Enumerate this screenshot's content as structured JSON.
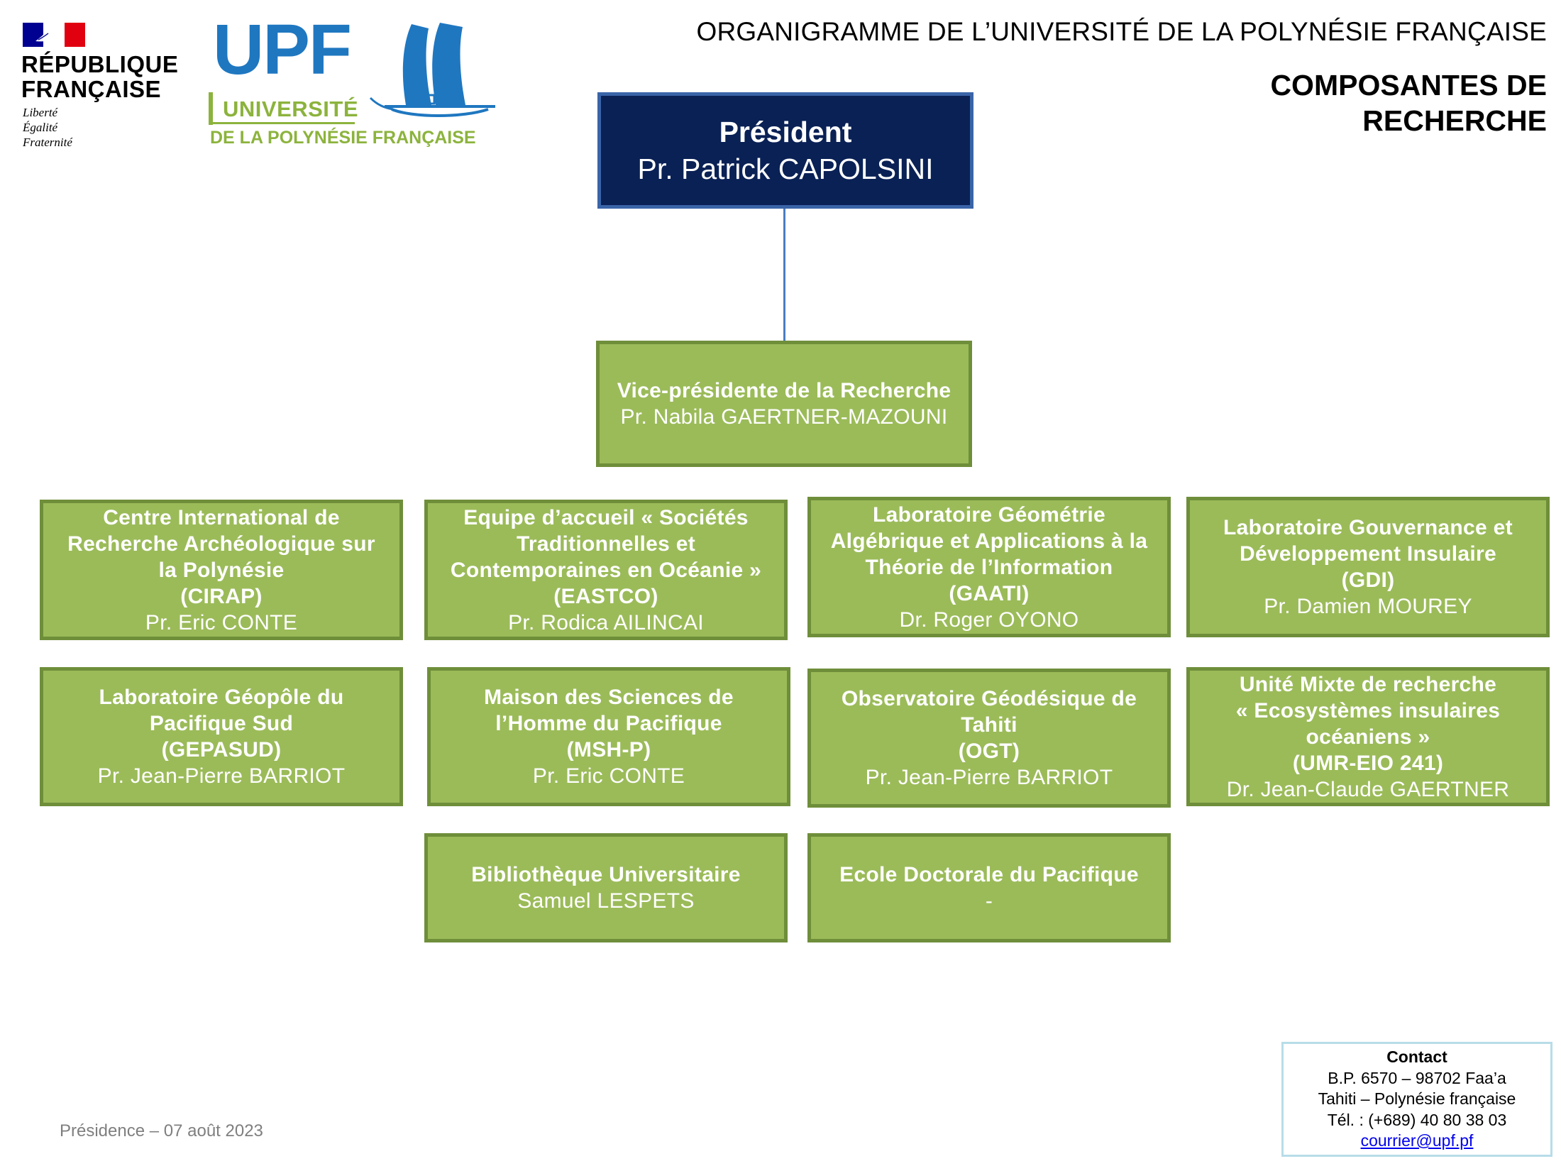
{
  "logos": {
    "republique": {
      "name_line1": "RÉPUBLIQUE",
      "name_line2": "FRANÇAISE",
      "motto": [
        "Liberté",
        "Égalité",
        "Fraternité"
      ],
      "flag_colors": [
        "#000091",
        "#ffffff",
        "#e1000f"
      ]
    },
    "upf": {
      "acronym": "UPF",
      "line1": "UNIVERSITÉ",
      "line2": "DE LA POLYNÉSIE FRANÇAISE",
      "brand_blue": "#1f77c0",
      "brand_green": "#8cb33d"
    }
  },
  "header": {
    "title": "ORGANIGRAMME DE L’UNIVERSITÉ DE LA POLYNÉSIE FRANÇAISE",
    "subtitle_line1": "COMPOSANTES DE",
    "subtitle_line2": "RECHERCHE"
  },
  "president": {
    "role": "Président",
    "name": "Pr. Patrick CAPOLSINI"
  },
  "vice_president": {
    "role": "Vice-présidente de la Recherche",
    "name": "Pr. Nabila GAERTNER-MAZOUNI"
  },
  "units": [
    {
      "lines": [
        "Centre International de",
        "Recherche Archéologique sur",
        "la Polynésie",
        "(CIRAP)"
      ],
      "head": "Pr. Eric CONTE"
    },
    {
      "lines": [
        "Equipe d’accueil « Sociétés",
        "Traditionnelles et",
        "Contemporaines en Océanie »",
        "(EASTCO)"
      ],
      "head": "Pr. Rodica AILINCAI"
    },
    {
      "lines": [
        "Laboratoire Géométrie",
        "Algébrique et Applications à la",
        "Théorie de l’Information",
        "(GAATI)"
      ],
      "head": "Dr. Roger OYONO"
    },
    {
      "lines": [
        "Laboratoire Gouvernance et",
        "Développement Insulaire",
        "(GDI)"
      ],
      "head": "Pr. Damien MOUREY"
    },
    {
      "lines": [
        "Laboratoire Géopôle du",
        "Pacifique Sud",
        "(GEPASUD)"
      ],
      "head": "Pr. Jean-Pierre BARRIOT"
    },
    {
      "lines": [
        "Maison des Sciences de",
        "l’Homme du Pacifique",
        "(MSH-P)"
      ],
      "head": "Pr. Eric CONTE"
    },
    {
      "lines": [
        "Observatoire Géodésique de",
        "Tahiti",
        "(OGT)"
      ],
      "head": "Pr. Jean-Pierre BARRIOT"
    },
    {
      "lines": [
        "Unité Mixte de recherche",
        "« Ecosystèmes insulaires",
        "océaniens »",
        "(UMR-EIO 241)"
      ],
      "head": "Dr. Jean-Claude GAERTNER"
    },
    {
      "lines": [
        "Bibliothèque Universitaire"
      ],
      "head": "Samuel LESPETS"
    },
    {
      "lines": [
        "Ecole Doctorale du Pacifique"
      ],
      "head": "-"
    }
  ],
  "footer": {
    "date": "Présidence – 07 août 2023"
  },
  "contact": {
    "title": "Contact",
    "address": "B.P. 6570 – 98702 Faa’a",
    "location": "Tahiti – Polynésie française",
    "phone": "Tél. : (+689) 40 80 38 03",
    "email": "courrier@upf.pf"
  },
  "colors": {
    "navy_box": "#0a2155",
    "navy_border": "#3a64a8",
    "green_box": "#9bbb59",
    "green_border": "#6f8e3a",
    "connector": "#4a7ec0"
  }
}
